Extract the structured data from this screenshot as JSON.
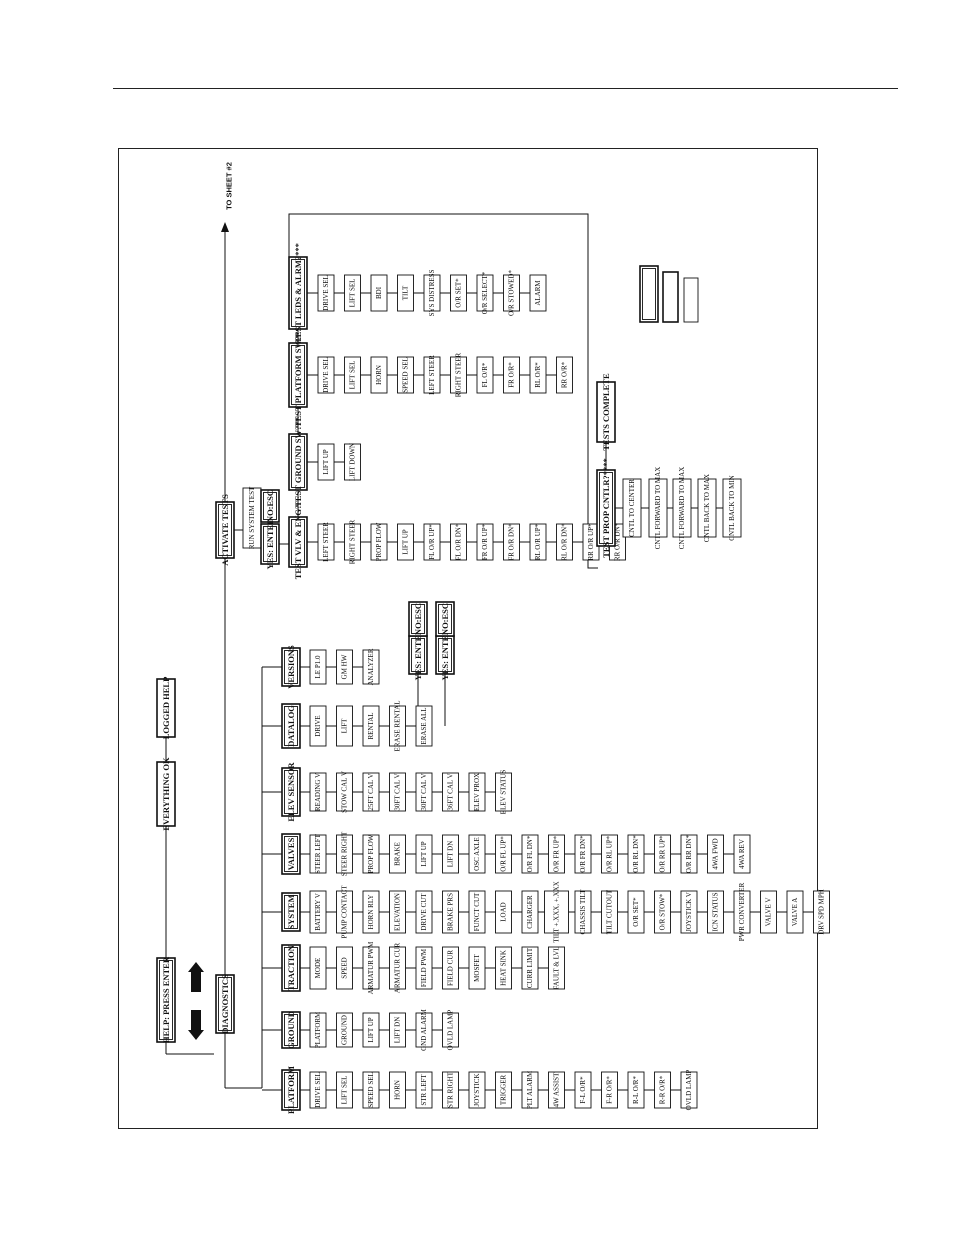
{
  "top_menu": {
    "help": "HELP: PRESS ENTER",
    "everything_ok": "EVERYTHING OK",
    "logged_help": "LOGGED HELP",
    "diagnostics": "DIAGNOSTICS",
    "activate_tests": "ACTIVATE TESTS",
    "to_sheet": "TO SHEET #2"
  },
  "diagnostics": [
    {
      "label": "PLATFORM",
      "items": [
        "DRIVE SEL",
        "LIFT SEL",
        "SPEED SEL",
        "HORN",
        "STR LEFT",
        "STR RIGHT",
        "JOYSTICK",
        "TRIGGER",
        "PLT ALARM",
        "4W ASSIST",
        "F-L O/R*",
        "F-R O/R*",
        "R-L O/R*",
        "R-R O/R*",
        "OVLD LAMP"
      ]
    },
    {
      "label": "GROUND",
      "items": [
        "PLATFORM",
        "GROUND",
        "LIFT UP",
        "LIFT DN",
        "GND ALARM",
        "OVLD LAMP"
      ]
    },
    {
      "label": "TRACTION",
      "items": [
        "MODE",
        "SPEED",
        "ARMATUR PWM",
        "ARMATUR CUR",
        "FIELD PWM",
        "FIELD CUR",
        "MOSFET",
        "HEAT SINK",
        "CURR LIMIT",
        "FAULT & LVL"
      ]
    },
    {
      "label": "SYSTEM",
      "items": [
        "BATTERY V",
        "PUMP CONTACT",
        "HORN RLY",
        "ELEVATION",
        "DRIVE CUT",
        "BRAKE PRS",
        "FUNCT CUT",
        "LOAD",
        "CHARGER",
        "TILT +.XXX, +.XXX",
        "CHASSIS TILT",
        "TILT CUTOUT",
        "O/R SET*",
        "O/R STOW*",
        "JOYSTICK V",
        "ICN STATUS",
        "PWR CONVERTER",
        "VALVE V",
        "VALVE A",
        "DRV SPD MPH"
      ]
    },
    {
      "label": "VALVES",
      "items": [
        "STEER LEFT",
        "STEER RIGHT",
        "PROP FLOW",
        "BRAKE",
        "LIFT UP",
        "LIFT DN",
        "OSC AXLE",
        "O/R FL UP*",
        "O/R FL DN*",
        "O/R FR UP*",
        "O/R FR DN*",
        "O/R RL UP*",
        "O/R RL DN*",
        "O/R RR UP*",
        "O/R RR DN*",
        "4WA FWD",
        "4WA REV"
      ]
    },
    {
      "label": "ELEV SENSOR",
      "items": [
        "READING V",
        "STOW CAL V",
        "25FT CAL V",
        "30FT CAL V",
        "30FT CAL V",
        "36FT CAL V",
        "ELEV PROX",
        "ELEV STATUS"
      ]
    },
    {
      "label": "DATALOG",
      "items": [
        "DRIVE",
        "LIFT",
        "RENTAL",
        "ERASE RENTAL",
        "ERASE ALL"
      ]
    },
    {
      "label": "VERSIONS",
      "items": [
        "LE P1.0",
        "GM HW",
        "ANALYZER"
      ]
    }
  ],
  "confirm": {
    "yes_enter": "YES: ENTER",
    "no_esc": "NO:ESC"
  },
  "activate": {
    "run_system_test": "RUN SYSTEM TEST",
    "yes_enter": "YES: ENTER",
    "no_esc": "NO:ESC"
  },
  "tests": [
    {
      "label": "TEST VLV & ENG?",
      "items": [
        "LEFT STEER",
        "RIGHT STEER",
        "PROP FLOW",
        "LIFT UP",
        "FL O/R UP*",
        "FL O/R DN*",
        "FR O/R UP*",
        "FR O/R DN*",
        "RL O/R UP*",
        "RL O/R DN*",
        "RR O/R UP*",
        "RR O/R DN*"
      ]
    },
    {
      "label": "TEST GROUND SW?**",
      "items": [
        "LIFT UP",
        "LIFT DOWN"
      ]
    },
    {
      "label": "TEST PLATFORM SW?***",
      "items": [
        "DRIVE SEL",
        "LIFT SEL",
        "HORN",
        "SPEED SEL",
        "LEFT STEER",
        "RIGHT STEER",
        "FL O/R*",
        "FR O/R*",
        "RL O/R*",
        "RR O/R*"
      ]
    },
    {
      "label": "TEST LEDS & ALRM?***",
      "items": [
        "DRIVE SEL",
        "LIFT SEL",
        "BDI",
        "TILT",
        "SYS DISTRESS",
        "O/R SET*",
        "O/R SELECT*",
        "O/R STOWED*",
        "ALARM"
      ]
    }
  ],
  "prop_test": {
    "label": "TEST PROP CNTLR?****",
    "tests_complete": "TESTS COMPLETE",
    "items": [
      "CNTL TO CENTER",
      "CNTL FORWARD TO MAX",
      "CNTL FORWARD TO MAX",
      "CNTL BACK TO MAX",
      "CNTL BACK TO MIN"
    ]
  }
}
